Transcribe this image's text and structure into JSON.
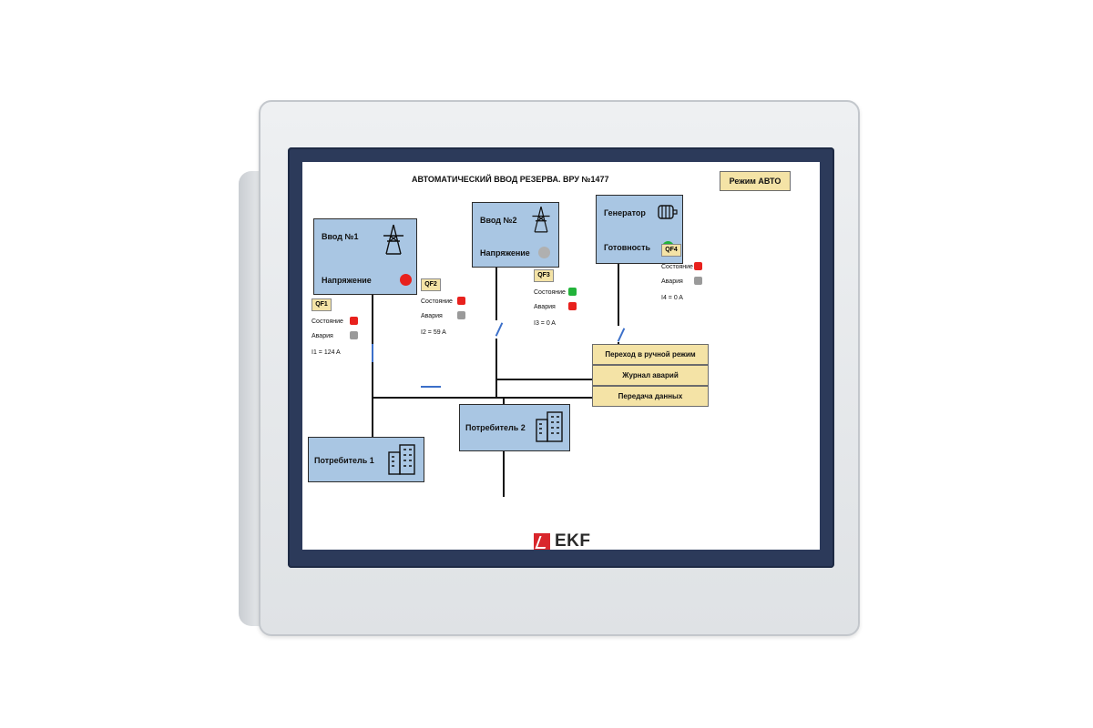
{
  "brand": {
    "logo_text": "EKF"
  },
  "screen": {
    "title": "АВТОМАТИЧЕСКИЙ ВВОД РЕЗЕРВА. ВРУ №1477",
    "mode_button": "Режим АВТО",
    "sources": [
      {
        "name": "Ввод №1",
        "status_label": "Напряжение",
        "status_color": "#e8211d",
        "icon": "power-tower-icon"
      },
      {
        "name": "Ввод №2",
        "status_label": "Напряжение",
        "status_color": "#b0b0b0",
        "icon": "power-tower-icon"
      },
      {
        "name": "Генератор",
        "status_label": "Готовность",
        "status_color": "#22b33a",
        "icon": "generator-icon"
      }
    ],
    "breakers": [
      {
        "tag": "QF1",
        "state_label": "Состояние",
        "alarm_label": "Авария",
        "current": "I1 = 124 A",
        "state_color": "#e8211d",
        "alarm_color": "#9a9a9a"
      },
      {
        "tag": "QF2",
        "state_label": "Состояние",
        "alarm_label": "Авария",
        "current": "I2 = 59 A",
        "state_color": "#e8211d",
        "alarm_color": "#9a9a9a"
      },
      {
        "tag": "QF3",
        "state_label": "Состояние",
        "alarm_label": "Авария",
        "current": "I3 = 0 A",
        "state_color": "#22b33a",
        "alarm_color": "#e8211d"
      },
      {
        "tag": "QF4",
        "state_label": "Состояние",
        "alarm_label": "Авария",
        "current": "I4 = 0 A",
        "state_color": "#e8211d",
        "alarm_color": "#9a9a9a"
      }
    ],
    "consumers": [
      {
        "name": "Потребитель 1",
        "icon": "building-icon"
      },
      {
        "name": "Потребитель 2",
        "icon": "building-icon"
      }
    ],
    "actions": [
      {
        "label": "Переход в ручной режим"
      },
      {
        "label": "Журнал аварий"
      },
      {
        "label": "Передача данных"
      }
    ],
    "colors": {
      "panel_fill": "#a9c6e3",
      "button_fill": "#f4e3a6",
      "switch_blue": "#3b6fc9"
    }
  }
}
